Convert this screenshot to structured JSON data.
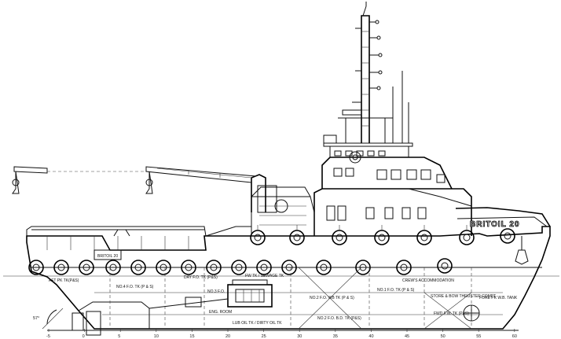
{
  "vessel_name": "BRITOIL 20",
  "stern_name": "BRITOIL 20",
  "angle_label": "57°",
  "labels": [
    {
      "key": "aft_tk",
      "text": "AFT PK TK(P&S)"
    },
    {
      "key": "fo_tk4",
      "text": "NO.4 F.O. TK (P & S)"
    },
    {
      "key": "day_fo",
      "text": "DAY F.O. TK (P&S)"
    },
    {
      "key": "fw_tk",
      "text": "FW TK / SEWAGE TK"
    },
    {
      "key": "no3_fo",
      "text": "NO.3 F.O."
    },
    {
      "key": "no2_wb",
      "text": "NO.2 F.O. WB TK (P & S)"
    },
    {
      "key": "no1_fo",
      "text": "NO.1 F.O. TK (P & S)"
    },
    {
      "key": "crew",
      "text": "CREW'S ACCOMMODATION"
    },
    {
      "key": "store",
      "text": "STORE & BOW THRUSTER COMPT."
    },
    {
      "key": "fore_pk",
      "text": "FORE PK W.B. TANK"
    },
    {
      "key": "eng_room",
      "text": "ENG. ROOM"
    },
    {
      "key": "fw_p",
      "text": "FWD F.W. TK (P&S)"
    },
    {
      "key": "no2_fo_lower",
      "text": "NO.2 F.O. B.D. TK (P&S)"
    },
    {
      "key": "lub",
      "text": "LUB OIL TK / DIRTY OIL TK"
    }
  ],
  "frame_ticks": [
    "-5",
    "0",
    "5",
    "10",
    "15",
    "20",
    "25",
    "30",
    "35",
    "40",
    "45",
    "50",
    "55",
    "60"
  ]
}
